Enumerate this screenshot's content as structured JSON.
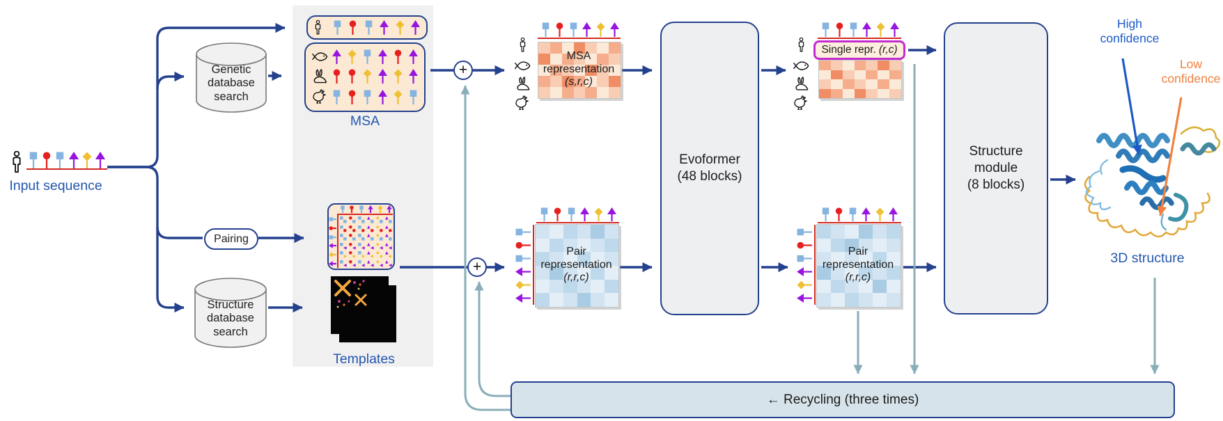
{
  "figure": {
    "input_label": "Input sequence",
    "genetic_db_label": [
      "Genetic",
      "database",
      "search"
    ],
    "structure_db_label": [
      "Structure",
      "database",
      "search"
    ],
    "pairing_label": "Pairing",
    "msa_label": "MSA",
    "templates_label": "Templates",
    "plus": "+",
    "msa_representation": {
      "line1": "MSA",
      "line2": "representation",
      "dims": "(s,r,c)"
    },
    "pair_representation": {
      "line1": "Pair",
      "line2": "representation",
      "dims": "(r,r,c)"
    },
    "evoformer": {
      "line1": "Evoformer",
      "line2": "(48 blocks)"
    },
    "single_repr": {
      "label": "Single repr.",
      "dims": "(r,c)"
    },
    "structure_module": {
      "line1": "Structure",
      "line2": "module",
      "line3": "(8 blocks)"
    },
    "high_confidence": [
      "High",
      "confidence"
    ],
    "low_confidence": [
      "Low",
      "confidence"
    ],
    "output_label": "3D structure",
    "recycling_label": "← Recycling (three times)"
  },
  "species": [
    "person",
    "fish",
    "rabbit",
    "rooster"
  ],
  "sequences": {
    "input": [
      "square",
      "circle",
      "square",
      "arrow",
      "diamond",
      "arrow"
    ],
    "human": [
      "square",
      "circle",
      "square",
      "arrow",
      "diamond",
      "arrow"
    ],
    "fish": [
      "arrow",
      "diamond",
      "square",
      "arrow",
      "circle",
      "arrow"
    ],
    "rabbit": [
      "circle",
      "circle",
      "diamond",
      "arrow",
      "diamond",
      "arrow"
    ],
    "rooster": [
      "square",
      "circle",
      "square",
      "arrow",
      "diamond",
      "square"
    ],
    "pair_axis": [
      "square",
      "circle",
      "square",
      "arrow",
      "diamond",
      "arrow"
    ]
  },
  "heatmaps": {
    "msa1": {
      "palette": "orange",
      "cells": [
        [
          1,
          2,
          0,
          3,
          1,
          0,
          2
        ],
        [
          3,
          0,
          2,
          1,
          0,
          2,
          1
        ],
        [
          0,
          2,
          1,
          0,
          3,
          1,
          0
        ],
        [
          2,
          1,
          3,
          2,
          0,
          1,
          3
        ],
        [
          1,
          0,
          2,
          1,
          2,
          0,
          1
        ]
      ]
    },
    "msa2": {
      "palette": "orange",
      "cells": [
        [
          2,
          1,
          0,
          2,
          1,
          3,
          1
        ],
        [
          0,
          3,
          1,
          0,
          2,
          0,
          2
        ],
        [
          1,
          0,
          2,
          1,
          0,
          2,
          0
        ],
        [
          3,
          2,
          0,
          3,
          1,
          0,
          1
        ]
      ]
    },
    "pair1": {
      "palette": "blue",
      "cells": [
        [
          1,
          0,
          2,
          1,
          3,
          1
        ],
        [
          0,
          2,
          1,
          0,
          1,
          2
        ],
        [
          2,
          1,
          0,
          2,
          0,
          1
        ],
        [
          1,
          3,
          1,
          0,
          2,
          0
        ],
        [
          0,
          1,
          2,
          1,
          0,
          2
        ],
        [
          2,
          0,
          1,
          3,
          1,
          0
        ]
      ]
    },
    "pair2": {
      "palette": "blue",
      "cells": [
        [
          2,
          1,
          0,
          3,
          1,
          2
        ],
        [
          0,
          2,
          3,
          1,
          0,
          1
        ],
        [
          1,
          0,
          1,
          0,
          2,
          0
        ],
        [
          3,
          1,
          0,
          2,
          1,
          2
        ],
        [
          0,
          2,
          1,
          0,
          3,
          0
        ],
        [
          1,
          0,
          2,
          1,
          0,
          1
        ]
      ]
    }
  },
  "palettes": {
    "orange": [
      "#fcead9",
      "#f9cdb4",
      "#f5ad8c",
      "#f08d64"
    ],
    "blue": [
      "#e3eef7",
      "#d2e4f1",
      "#bfd9ec",
      "#a9cbe3"
    ]
  },
  "colors": {
    "line_blue": "#24418e",
    "label_blue": "#2356ad",
    "recycle_teal": "#8aaeb8",
    "peach": "#fbe9d4",
    "magenta": "#c32bd1",
    "hi_blue": "#1c59c8",
    "lo_orange": "#f0813f",
    "bar_fill": "#d7e3ea",
    "baseline_red": "#d2291f",
    "marker_square": "#85b4e0",
    "marker_circle": "#e5201f",
    "marker_arrow": "#9815e0",
    "marker_diamond": "#eec033"
  }
}
